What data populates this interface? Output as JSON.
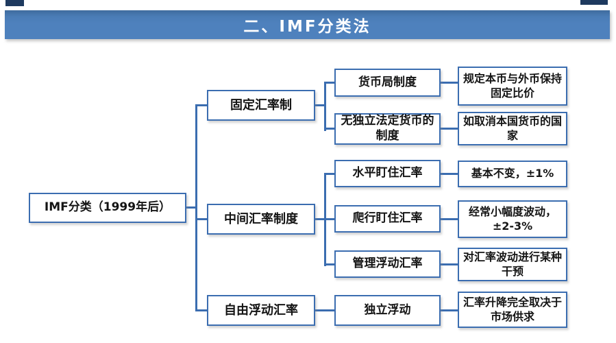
{
  "page": {
    "title": "二、IMF分类法"
  },
  "colors": {
    "banner_blue": "#4e81bd",
    "border_blue": "#3b6db0",
    "corner_navy": "#1e3a5f",
    "text": "#141414"
  },
  "tree": {
    "root": {
      "label": "IMF分类（1999年后）"
    },
    "branches": [
      {
        "label": "固定汇率制",
        "children": [
          {
            "label": "货币局制度",
            "description": "规定本币与外币保持固定比价"
          },
          {
            "label": "无独立法定货币的制度",
            "description": "如取消本国货币的国家"
          }
        ]
      },
      {
        "label": "中间汇率制度",
        "children": [
          {
            "label": "水平盯住汇率",
            "description": "基本不变，±1%"
          },
          {
            "label": "爬行盯住汇率",
            "description": "经常小幅度波动，±2-3%"
          },
          {
            "label": "管理浮动汇率",
            "description": "对汇率波动进行某种干预"
          }
        ]
      },
      {
        "label": "自由浮动汇率",
        "children": [
          {
            "label": "独立浮动",
            "description": "汇率升降完全取决于市场供求"
          }
        ]
      }
    ]
  }
}
